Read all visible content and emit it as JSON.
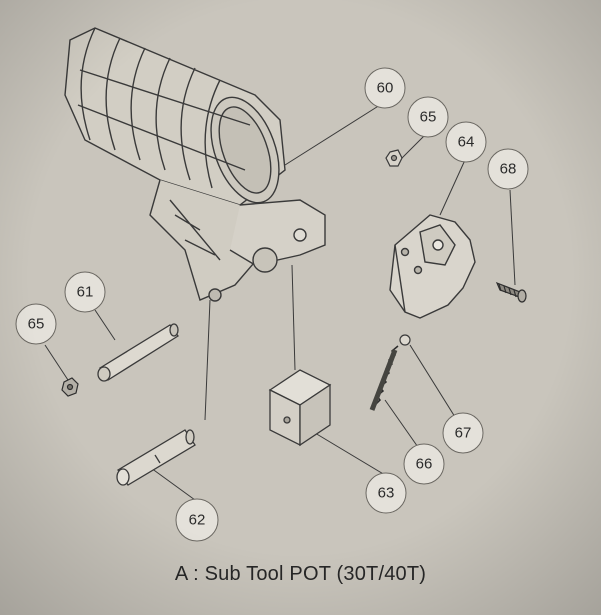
{
  "caption": "A : Sub Tool POT (30T/40T)",
  "callouts": {
    "c60": "60",
    "c65a": "65",
    "c64": "64",
    "c68": "68",
    "c61": "61",
    "c65b": "65",
    "c62": "62",
    "c63": "63",
    "c66": "66",
    "c67": "67"
  },
  "colors": {
    "paper": "#c9c5bc",
    "line": "#3a3a3a",
    "bubble_fill": "#e4e1da",
    "part_fill": "#d7d3ca"
  }
}
